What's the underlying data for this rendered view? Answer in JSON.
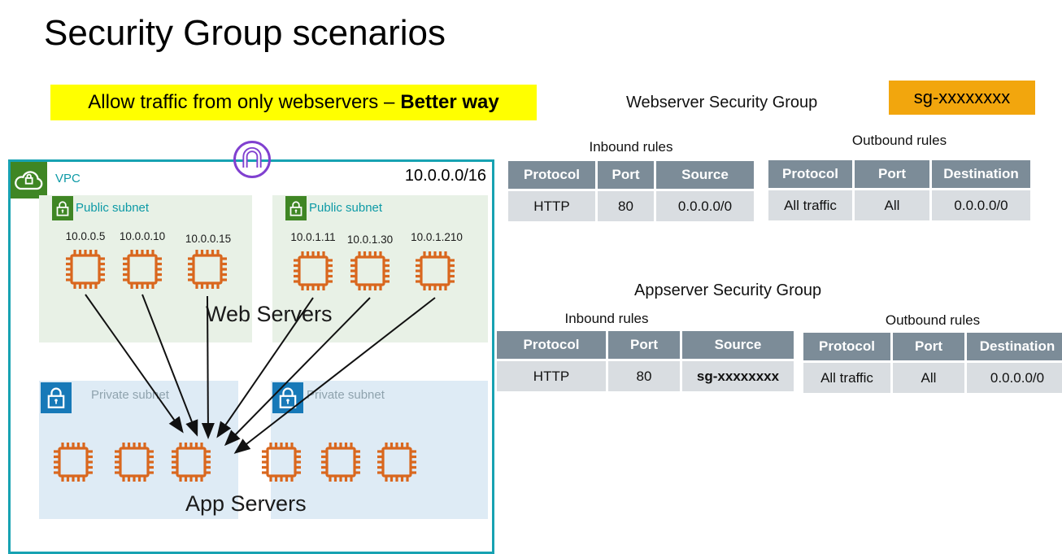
{
  "title": "Security Group scenarios",
  "banner": {
    "text": "Allow traffic from only webservers –",
    "bold_text": "Better way"
  },
  "vpc": {
    "label": "VPC",
    "cidr": "10.0.0.0/16",
    "web_servers_label": "Web Servers",
    "app_servers_label": "App Servers",
    "public_subnets": [
      {
        "label": "Public subnet",
        "instances": [
          "10.0.0.5",
          "10.0.0.10",
          "10.0.0.15"
        ]
      },
      {
        "label": "Public subnet",
        "instances": [
          "10.0.1.11",
          "10.0.1.30",
          "10.0.1.210"
        ]
      }
    ],
    "private_subnets": [
      {
        "label": "Private subnet",
        "server_count": 3
      },
      {
        "label": "Private subnet",
        "server_count": 3
      }
    ]
  },
  "groups": [
    {
      "name": "Webserver Security Group",
      "badge": "sg-xxxxxxxx",
      "inbound": {
        "title": "Inbound rules",
        "headers": [
          "Protocol",
          "Port",
          "Source"
        ],
        "row": [
          "HTTP",
          "80",
          "0.0.0.0/0"
        ]
      },
      "outbound": {
        "title": "Outbound rules",
        "headers": [
          "Protocol",
          "Port",
          "Destination"
        ],
        "row": [
          "All traffic",
          "All",
          "0.0.0.0/0"
        ]
      }
    },
    {
      "name": "Appserver Security Group",
      "inbound": {
        "title": "Inbound rules",
        "headers": [
          "Protocol",
          "Port",
          "Source"
        ],
        "row": [
          "HTTP",
          "80",
          "sg-xxxxxxxx"
        ]
      },
      "outbound": {
        "title": "Outbound rules",
        "headers": [
          "Protocol",
          "Port",
          "Destination"
        ],
        "row": [
          "All traffic",
          "All",
          "0.0.0.0/0"
        ]
      }
    }
  ],
  "icons": {
    "vpc_icon": "cloud-lock",
    "public_subnet_icon": "lock",
    "private_subnet_icon": "lock",
    "security_group_icon": "arch-in-circle",
    "server_icon": "chip"
  },
  "colors": {
    "highlight": "#FFFF00",
    "badge_orange": "#F2A60D",
    "table_header": "#7C8C98",
    "table_row": "#D9DDE1",
    "vpc_border": "#17A2B2",
    "teal_text": "#0D9AA6",
    "public_subnet_bg": "#E8F1E6",
    "private_subnet_bg": "#DEEBF5",
    "green_icon": "#3F8624",
    "blue_icon": "#1779B8",
    "server_orange": "#D9671E",
    "sg_purple": "#8040D0"
  }
}
